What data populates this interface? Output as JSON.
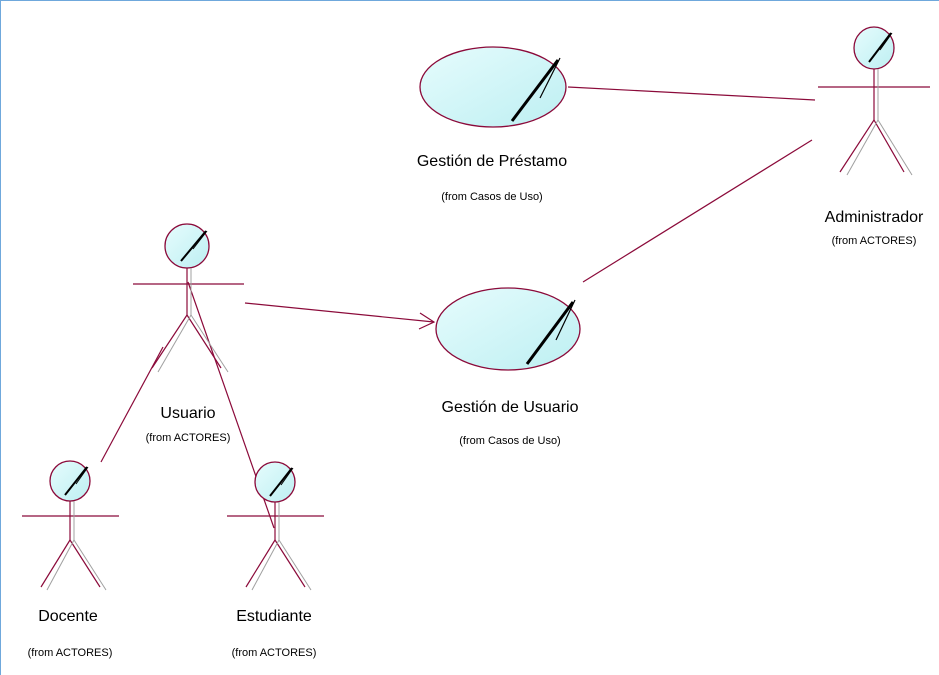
{
  "diagram": {
    "actors": {
      "administrador": {
        "name": "Administrador",
        "from": "(from ACTORES)"
      },
      "usuario": {
        "name": "Usuario",
        "from": "(from ACTORES)"
      },
      "docente": {
        "name": "Docente",
        "from": "(from ACTORES)"
      },
      "estudiante": {
        "name": "Estudiante",
        "from": "(from ACTORES)"
      }
    },
    "use_cases": {
      "gestion_prestamo": {
        "name": "Gestión de Préstamo",
        "from": "(from Casos de Uso)"
      },
      "gestion_usuario": {
        "name": "Gestión de Usuario",
        "from": "(from Casos de Uso)"
      }
    },
    "colors": {
      "outline": "#8b0a3a",
      "fill": "#c8f4f6",
      "frame": "#6fa8dc"
    }
  }
}
